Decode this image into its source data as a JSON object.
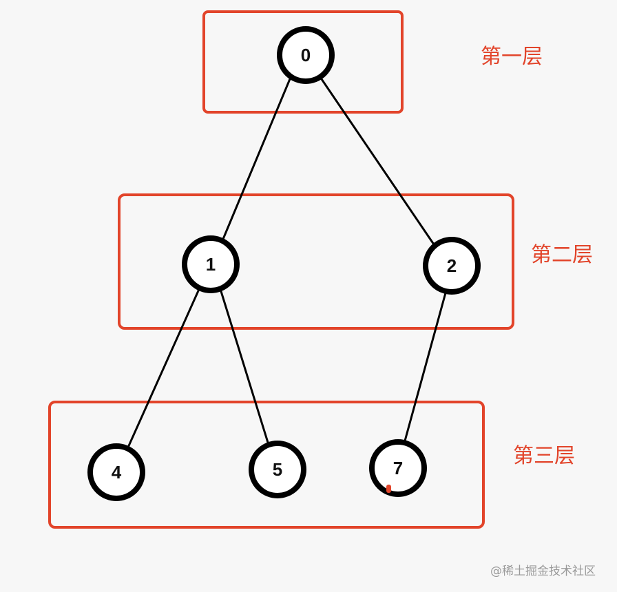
{
  "diagram": {
    "nodes": [
      "0",
      "1",
      "2",
      "4",
      "5",
      "7"
    ],
    "levels": [
      "第一层",
      "第二层",
      "第三层"
    ],
    "edges": [
      [
        "0",
        "1"
      ],
      [
        "0",
        "2"
      ],
      [
        "1",
        "4"
      ],
      [
        "1",
        "5"
      ],
      [
        "2",
        "7"
      ]
    ],
    "colors": {
      "frame": "#e2442a",
      "node_stroke": "#000000",
      "node_fill": "#ffffff",
      "edge": "#000000",
      "marker": "#e2442a"
    }
  },
  "watermark": "@稀土掘金技术社区"
}
